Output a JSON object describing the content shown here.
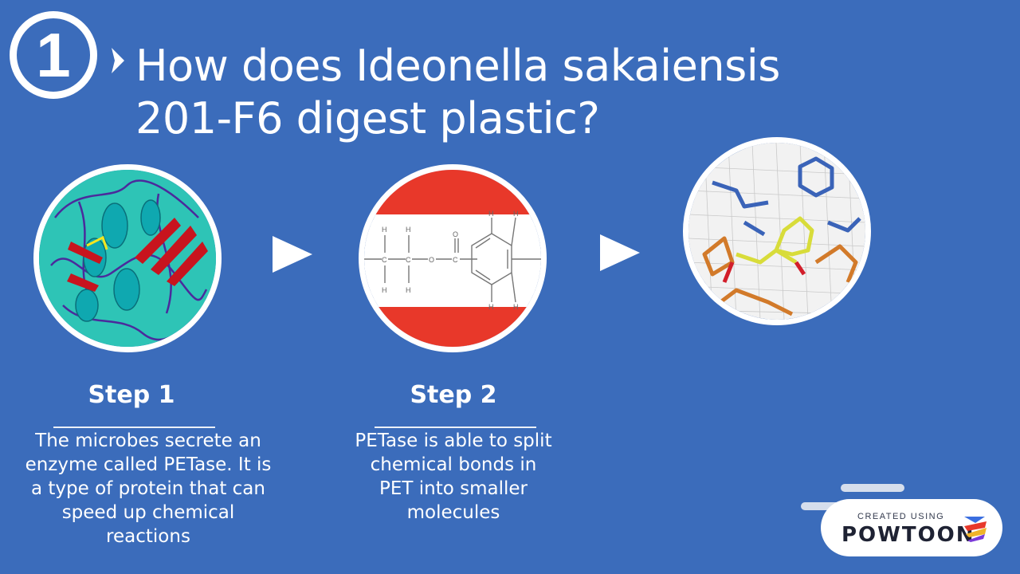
{
  "slide": {
    "number": "1",
    "title": "How does Ideonella sakaiensis 201-F6 digest plastic?"
  },
  "steps": [
    {
      "title": "Step 1",
      "description": "The microbes secrete an enzyme called PETase. It is a type of protein that can speed up chemical reactions"
    },
    {
      "title": "Step 2",
      "description": "PETase is able to split chemical bonds in PET into smaller molecules"
    }
  ],
  "watermark": {
    "created_label": "CREATED USING",
    "brand": "POWTOON"
  },
  "colors": {
    "background": "#3b6cbb",
    "protein_bg": "#2ec4b6",
    "stripe_red": "#e8382a",
    "white": "#ffffff"
  },
  "icons": [
    "number-badge",
    "chevron-right-icon",
    "play-arrow-icon",
    "powtoon-logo-icon"
  ]
}
